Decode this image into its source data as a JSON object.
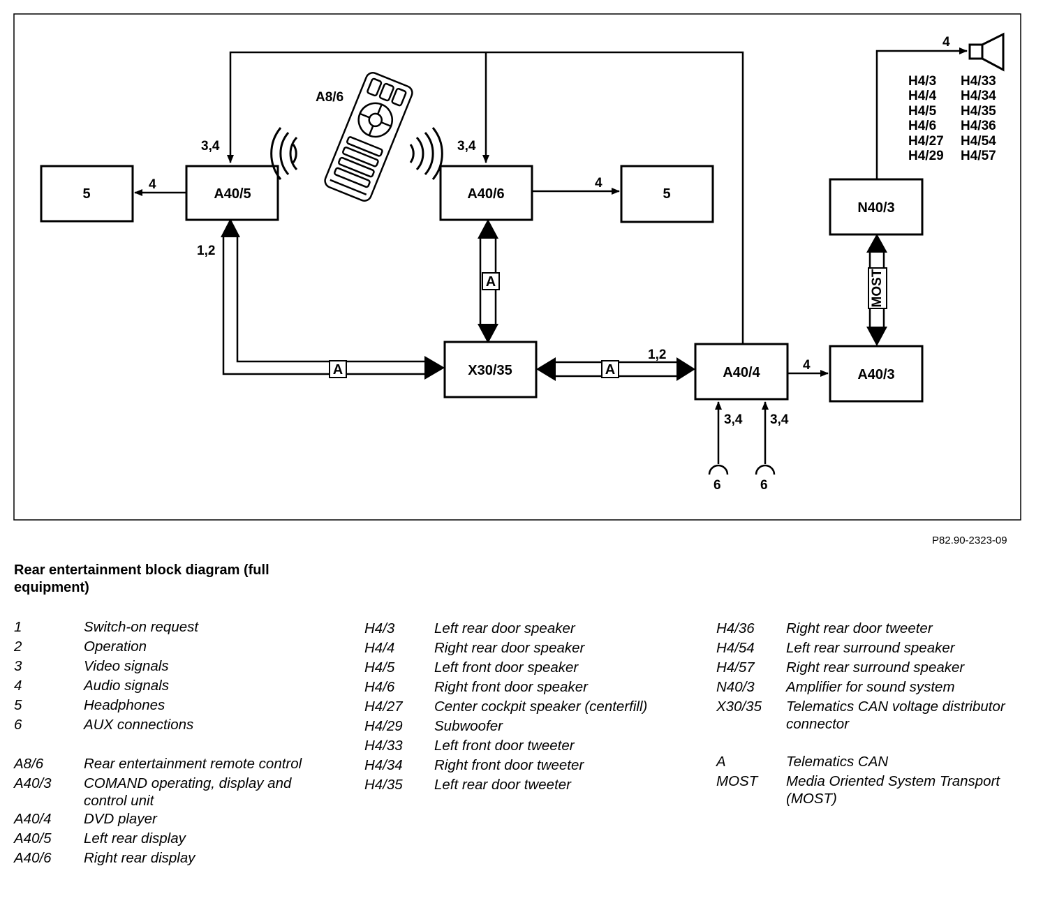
{
  "diagram": {
    "blocks": {
      "hp_left": "5",
      "a40_5": "A40/5",
      "a40_6": "A40/6",
      "hp_right": "5",
      "n40_3": "N40/3",
      "x30_35": "X30/35",
      "a40_4": "A40/4",
      "a40_3": "A40/3"
    },
    "remote_label": "A8/6",
    "can_tag": "A",
    "most_tag": "MOST",
    "line_labels": {
      "l_34_left": "3,4",
      "l_34_right": "3,4",
      "l_4_left": "4",
      "l_4_right": "4",
      "l_12_left": "1,2",
      "l_12_mid": "1,2",
      "l_4_a404": "4",
      "l_4_speaker": "4",
      "l_34_aux1": "3,4",
      "l_34_aux2": "3,4",
      "aux1": "6",
      "aux2": "6"
    },
    "speakers": [
      "H4/3",
      "H4/4",
      "H4/5",
      "H4/6",
      "H4/27",
      "H4/29",
      "H4/33",
      "H4/34",
      "H4/35",
      "H4/36",
      "H4/54",
      "H4/57"
    ],
    "reference": "P82.90-2323-09"
  },
  "title": "Rear entertainment block diagram   (full equipment)",
  "legend": {
    "col1": [
      {
        "key": "1",
        "value": "Switch-on request"
      },
      {
        "key": "2",
        "value": "Operation"
      },
      {
        "key": "3",
        "value": "Video signals"
      },
      {
        "key": "4",
        "value": "Audio signals"
      },
      {
        "key": "5",
        "value": "Headphones"
      },
      {
        "key": "6",
        "value": "AUX connections"
      },
      {
        "key": "A8/6",
        "value": "Rear entertainment remote control"
      },
      {
        "key": "A40/3",
        "value": "COMAND operating, display and control unit"
      },
      {
        "key": "A40/4",
        "value": "DVD player"
      },
      {
        "key": "A40/5",
        "value": "Left rear display"
      },
      {
        "key": "A40/6",
        "value": "Right rear display"
      }
    ],
    "col2": [
      {
        "key": "H4/3",
        "value": "Left rear door speaker"
      },
      {
        "key": "H4/4",
        "value": "Right rear door speaker"
      },
      {
        "key": "H4/5",
        "value": "Left front door speaker"
      },
      {
        "key": "H4/6",
        "value": "Right front door speaker"
      },
      {
        "key": "H4/27",
        "value": "Center cockpit speaker (centerfill)"
      },
      {
        "key": "H4/29",
        "value": "Subwoofer"
      },
      {
        "key": "H4/33",
        "value": "Left front door tweeter"
      },
      {
        "key": "H4/34",
        "value": "Right front door tweeter"
      },
      {
        "key": "H4/35",
        "value": "Left rear door tweeter"
      }
    ],
    "col3": [
      {
        "key": "H4/36",
        "value": "Right rear door tweeter"
      },
      {
        "key": "H4/54",
        "value": "Left rear surround speaker"
      },
      {
        "key": "H4/57",
        "value": "Right rear surround speaker"
      },
      {
        "key": "N40/3",
        "value": "Amplifier for sound system"
      },
      {
        "key": "X30/35",
        "value": "Telematics CAN voltage distributor connector"
      },
      {
        "key": "A",
        "value": "Telematics CAN"
      },
      {
        "key": "MOST",
        "value": "Media Oriented System Transport (MOST)"
      }
    ]
  }
}
